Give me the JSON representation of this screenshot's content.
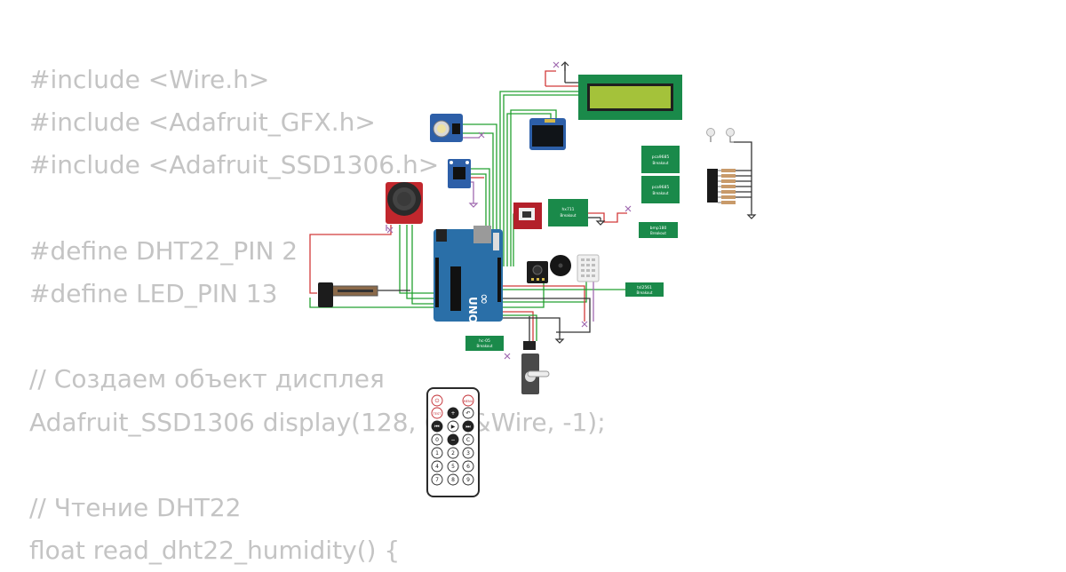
{
  "code_lines": [
    "#include <Wire.h>",
    "#include <Adafruit_GFX.h>",
    "#include <Adafruit_SSD1306.h>",
    "",
    "#define DHT22_PIN 2",
    "#define LED_PIN 13",
    "",
    "// Создаем объект дисплея",
    "Adafruit_SSD1306 display(128, 64, &Wire, -1);",
    "",
    "// Чтение DHT22",
    "float read_dht22_humidity() {"
  ],
  "breakouts": {
    "pca1": [
      "pca9685",
      "Breakout"
    ],
    "pca2": [
      "pca9685",
      "Breakout"
    ],
    "amp": [
      "hx711",
      "Breakout"
    ],
    "bmp": [
      "bmp180",
      "Breakout"
    ],
    "tsl": [
      "tsl2561",
      "Breakout"
    ],
    "hc": [
      "hc-05",
      "Breakout"
    ]
  },
  "arduino": {
    "logo": "∞",
    "label": "UNO"
  },
  "remote": {
    "buttons": [
      "⏻",
      "MENU",
      "TEST",
      "+",
      "↶",
      "⏮",
      "▶",
      "⏭",
      "0",
      "−",
      "C",
      "1",
      "2",
      "3",
      "4",
      "5",
      "6",
      "7",
      "8",
      "9"
    ]
  },
  "colors": {
    "code": "#c4c4c4",
    "pcb_green": "#1a8a4a",
    "arduino_blue": "#2a6fa8",
    "wire_green": "#23a030",
    "wire_red": "#d23a3a"
  }
}
